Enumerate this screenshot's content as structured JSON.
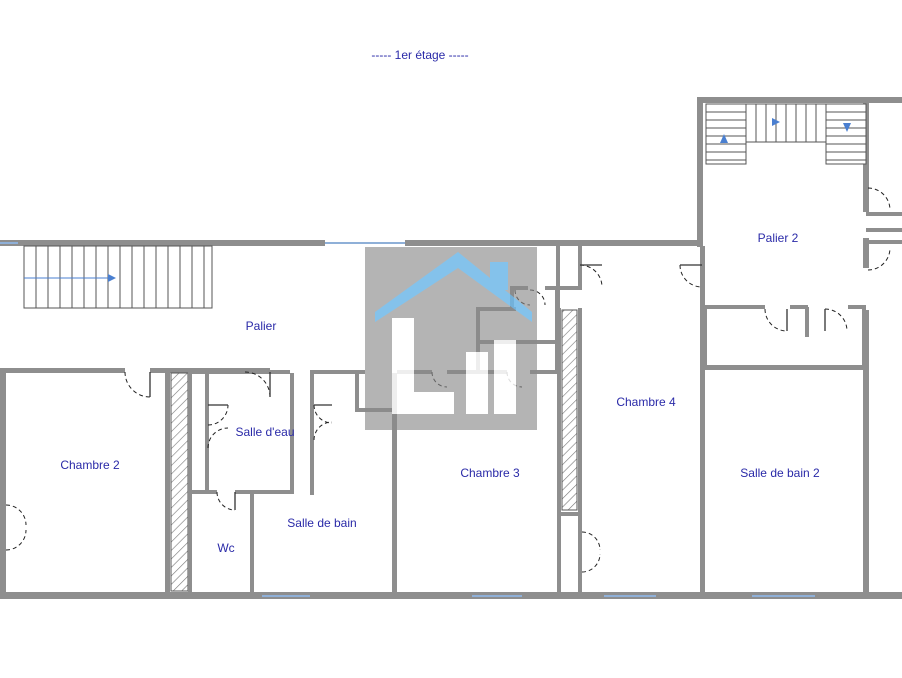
{
  "plan": {
    "title": "-----  1er étage  -----",
    "rooms": [
      {
        "id": "palier",
        "label": "Palier"
      },
      {
        "id": "palier-2",
        "label": "Palier 2"
      },
      {
        "id": "chambre-2",
        "label": "Chambre 2"
      },
      {
        "id": "salle-deau",
        "label": "Salle d'eau"
      },
      {
        "id": "wc",
        "label": "Wc"
      },
      {
        "id": "salle-de-bain",
        "label": "Salle de bain"
      },
      {
        "id": "chambre-3",
        "label": "Chambre 3"
      },
      {
        "id": "chambre-4",
        "label": "Chambre 4"
      },
      {
        "id": "salle-de-bain-2",
        "label": "Salle de bain 2"
      }
    ],
    "colors": {
      "wall": "#8e8e8e",
      "label": "#2a2aa8",
      "stair_arrow": "#4a7fd0",
      "watermark_blue": "#6fb8e8",
      "watermark_gray": "#8a8a8a"
    },
    "watermark": "house-logo"
  }
}
